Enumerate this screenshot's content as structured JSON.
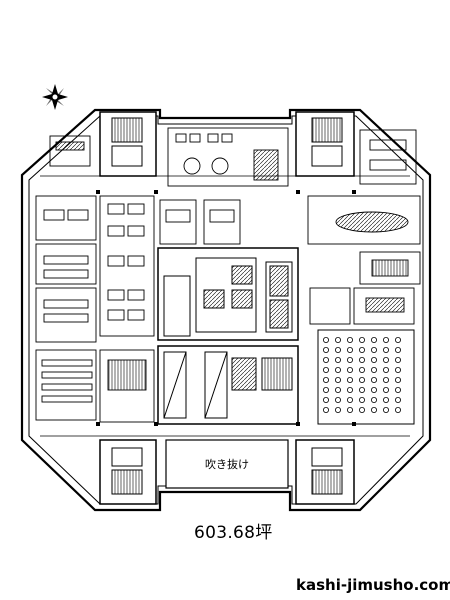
{
  "plan": {
    "void_label": "吹き抜け",
    "area_label": "603.68坪",
    "site_label": "kashi-jimusho.com",
    "compass": "compass-rose"
  }
}
